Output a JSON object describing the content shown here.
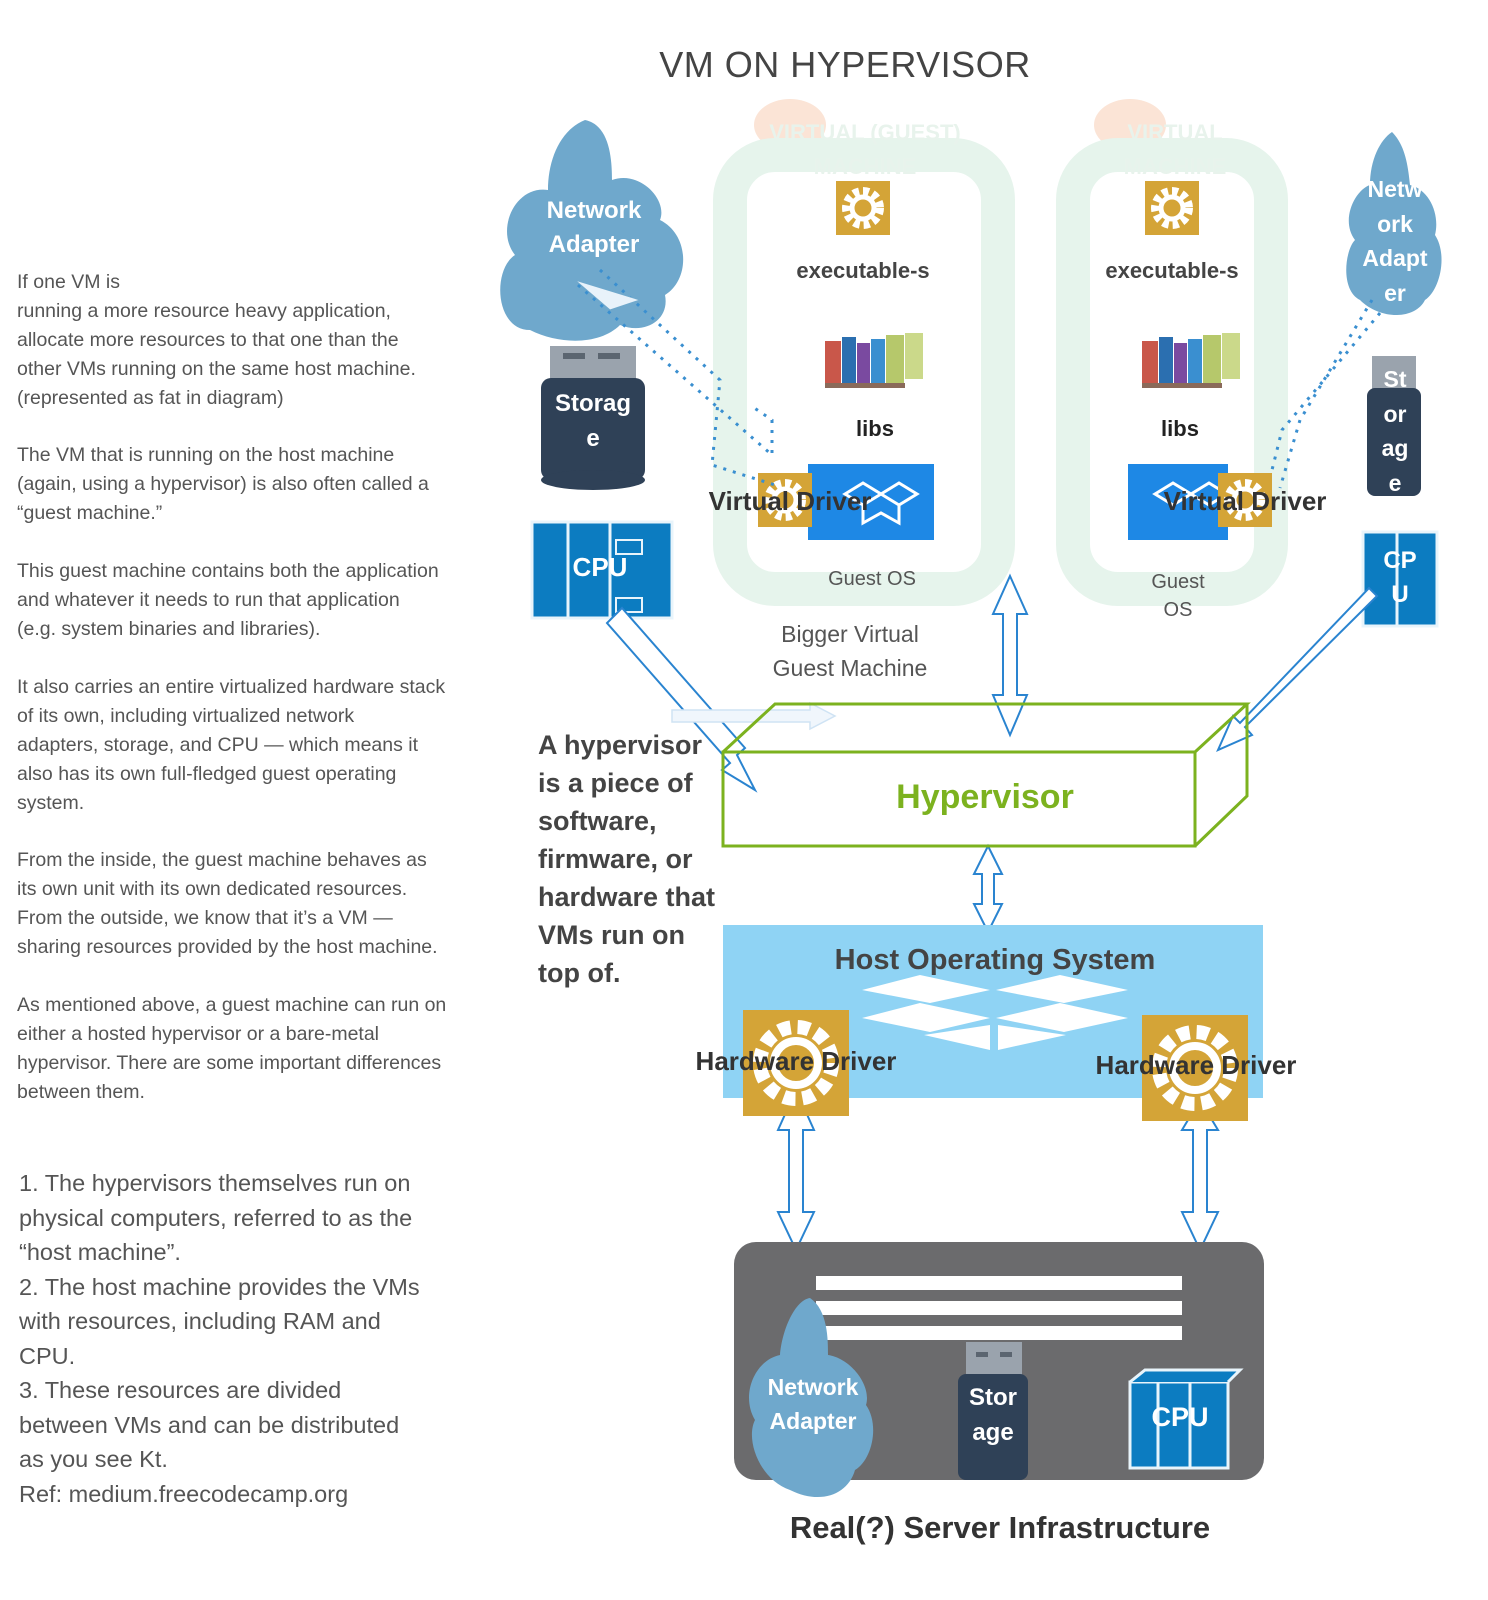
{
  "title": "VM ON HYPERVISOR",
  "notes": {
    "p1": "If one VM is\nrunning a more resource heavy application,\nallocate more resources to that one than the\nother VMs running on the same host machine.\n(represented as fat in diagram)",
    "p2": "The VM that is running on the host machine\n(again, using a hypervisor) is also often called a\n“guest machine.”",
    "p3": "This guest machine contains both the application\nand whatever it needs to run that application\n(e.g. system binaries and libraries).",
    "p4": "It also carries an entire virtualized hardware stack\nof its own, including virtualized network\nadapters, storage, and CPU — which means it\nalso has its own full-fledged guest operating\nsystem.",
    "p5": "From the inside, the guest machine behaves as\nits own unit with its own dedicated resources.\nFrom the outside, we know that it’s a VM —\nsharing resources provided by the host machine.",
    "p6": "As mentioned above, a guest machine can run on\neither a hosted hypervisor or a bare-metal\nhypervisor. There are some important differences\nbetween them."
  },
  "list": "1. The hypervisors themselves run on\nphysical computers, referred to as the\n“host machine”.\n2. The host machine provides the VMs\nwith resources, including RAM and\nCPU.\n3. These resources are divided\nbetween VMs and can be distributed\nas you see Kt.\nRef: medium.freecodecamp.org",
  "hypervisor_note": "A hypervisor is a piece of software, firmware, or hardware that VMs run on top of.",
  "vm1": {
    "heading": "VIRTUAL (GUEST)\nMACHINE",
    "executables": "executable-s",
    "libs": "libs",
    "driver": "Virtual Driver",
    "os": "Guest OS",
    "caption": "Bigger Virtual\nGuest Machine",
    "network": "Network\nAdapter",
    "storage": "Storag\ne",
    "cpu": "CPU"
  },
  "vm2": {
    "heading": "VIRTUAL\nMACHINE",
    "executables": "executable-s",
    "libs": "libs",
    "driver": "Virtual Driver",
    "os": "Guest\nOS",
    "network": "Netw\nork\nAdapt\ner",
    "storage": "St\nor\nag\ne",
    "cpu": "CP\nU"
  },
  "hypervisor": "Hypervisor",
  "host_os": {
    "label": "Host Operating System",
    "driver_left": "Hardware Driver",
    "driver_right": "Hardware Driver"
  },
  "infra": {
    "label": "Real(?) Server Infrastructure",
    "network": "Network\nAdapter",
    "storage": "Stor\nage",
    "cpu": "CPU"
  },
  "colors": {
    "cloud": "#6fa8cc",
    "vm_frame": "#e6f4ec",
    "gold": "#d4a437",
    "dropbox": "#1e88e5",
    "hypervisor_green": "#7cb21f",
    "host_os_blue": "#8fd3f4",
    "server_gray": "#6b6b6d",
    "storage_dark": "#2f4157",
    "cpu_blue": "#0c7cc1"
  }
}
